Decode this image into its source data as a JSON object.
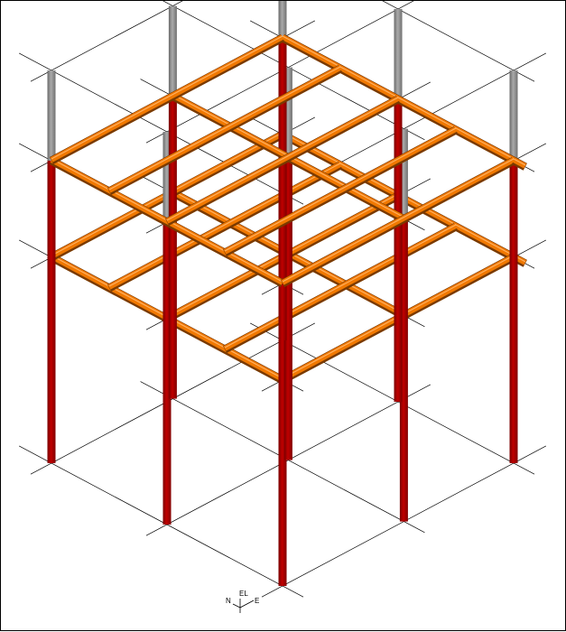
{
  "view": {
    "orientation_label": {
      "north": "N",
      "east": "E",
      "elevation": "EL"
    }
  },
  "colors": {
    "background": "#ffffff",
    "grid": "#000000",
    "column": "#a80000",
    "column_upper": "#8c8c8c",
    "beam": "#f07800",
    "beam_edge": "#7a3a00"
  }
}
